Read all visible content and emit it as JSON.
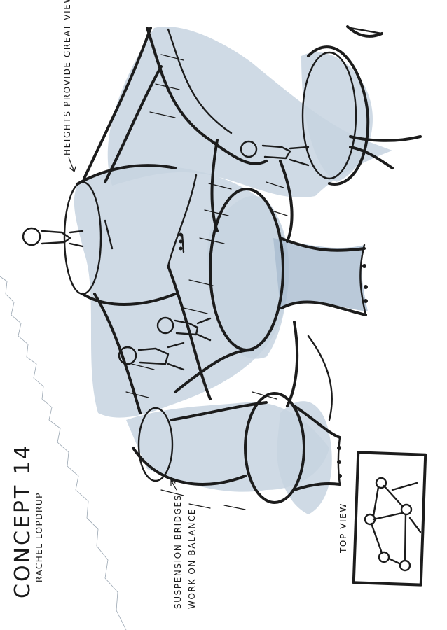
{
  "sketch": {
    "title": "Concept 14",
    "author": "Rachel Lopdrup",
    "annotations": {
      "heights": "Heights provide great views",
      "bridges_line1": "Suspension bridges",
      "bridges_line2": "work on balance",
      "top_view": "Top view"
    },
    "colors": {
      "ink": "#1c1c1c",
      "marker_wash": "#c7d3e0",
      "paper": "#ffffff"
    }
  }
}
